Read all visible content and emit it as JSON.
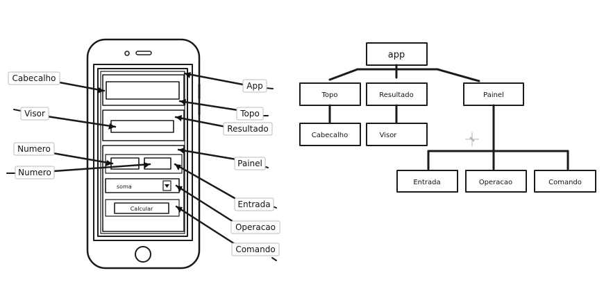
{
  "phone": {
    "input_number_1": "",
    "input_number_2": "",
    "operation_select_value": "soma",
    "calculate_button_label": "Calcular"
  },
  "callouts": {
    "left": {
      "cabecalho": "Cabecalho",
      "visor": "Visor",
      "numero_1": "Numero",
      "numero_2": "Numero"
    },
    "right": {
      "app": "App",
      "topo": "Topo",
      "resultado": "Resultado",
      "painel": "Painel",
      "entrada": "Entrada",
      "operacao": "Operacao",
      "comando": "Comando"
    }
  },
  "tree": {
    "root": "app",
    "topo": "Topo",
    "resultado": "Resultado",
    "painel": "Painel",
    "cabecalho": "Cabecalho",
    "visor": "Visor",
    "entrada": "Entrada",
    "operacao": "Operacao",
    "comando": "Comando"
  },
  "colors": {
    "phone_body": "#c8c8c8",
    "phone_screen": "#ececec",
    "ink": "#1a1a1a",
    "background": "#ffffff"
  }
}
